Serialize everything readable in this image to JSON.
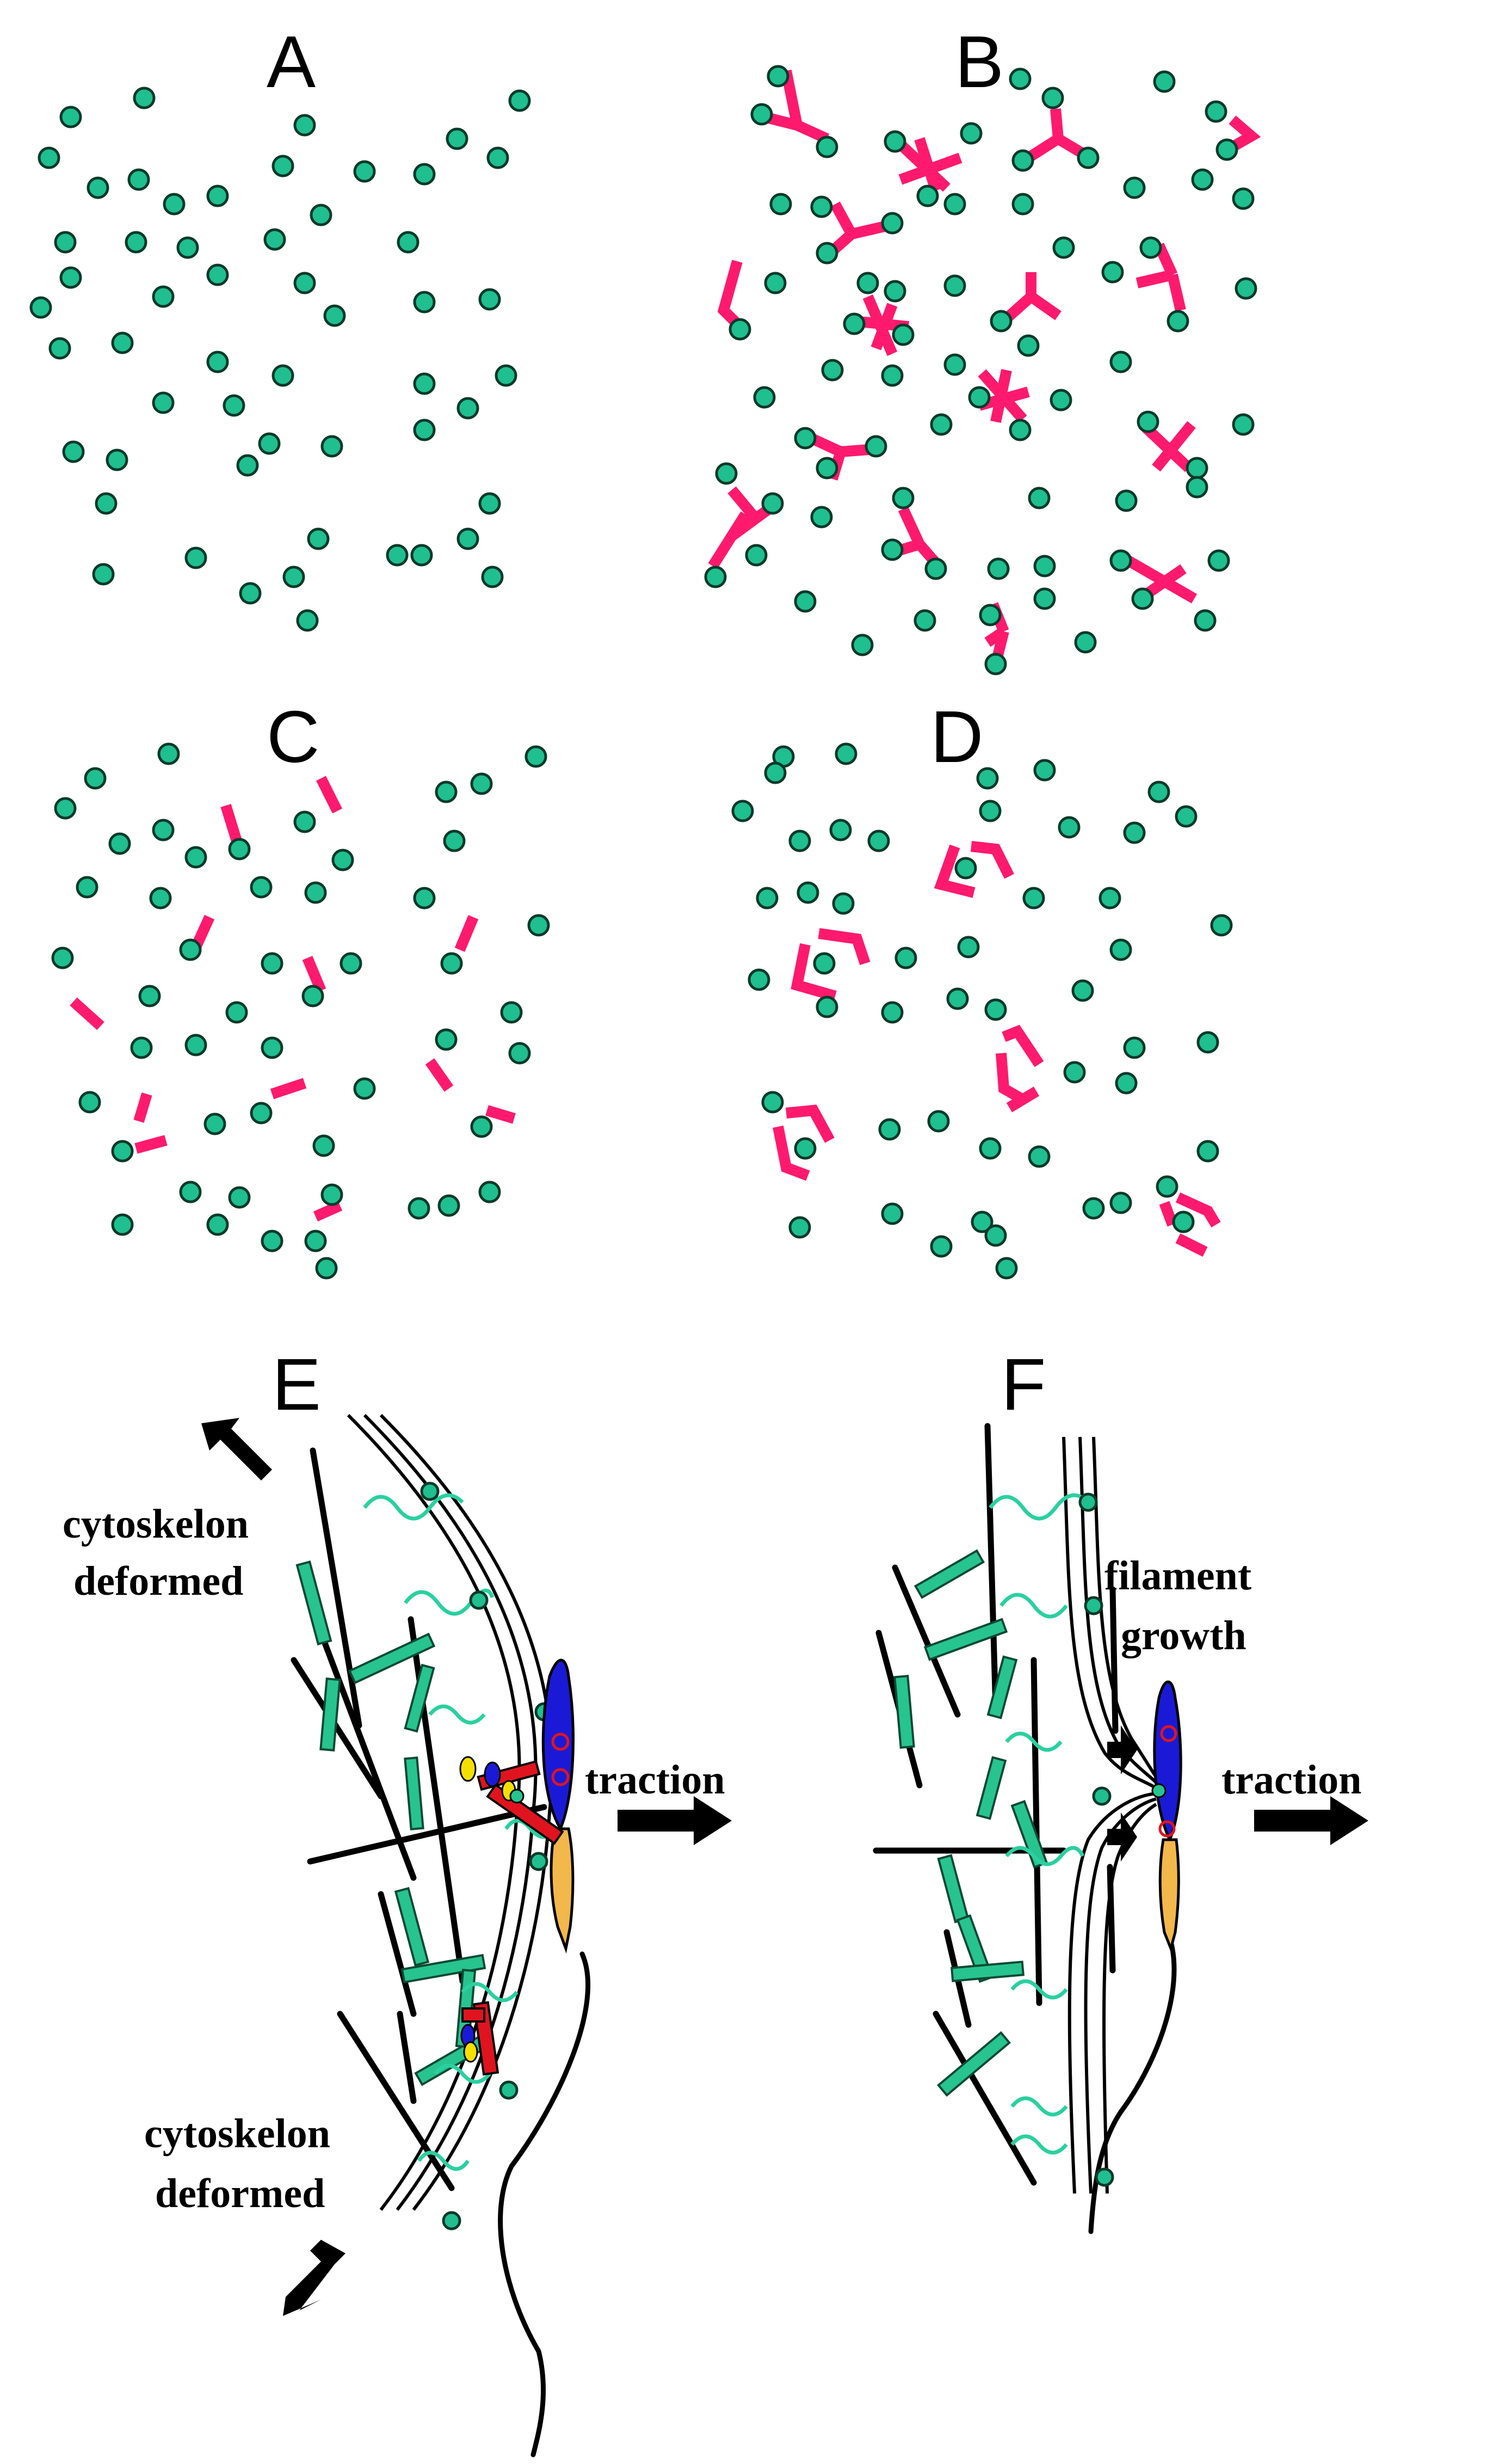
{
  "panels": {
    "A": "A",
    "B": "B",
    "C": "C",
    "D": "D",
    "E": "E",
    "F": "F"
  },
  "annotations": {
    "cytoskelon_1": "cytoskelon",
    "deformed_1": "deformed",
    "cytoskelon_2": "cytoskelon",
    "deformed_2": "deformed",
    "traction_e": "traction",
    "traction_f": "traction",
    "filament": "filament",
    "growth": "growth"
  },
  "colors": {
    "dot": "#1fbf8f",
    "crosslinker": "#ff1a6e",
    "integrin_blue": "#1a1ad6",
    "integrin_tail": "#f2b84b",
    "adhesion_red": "#e0141e"
  }
}
